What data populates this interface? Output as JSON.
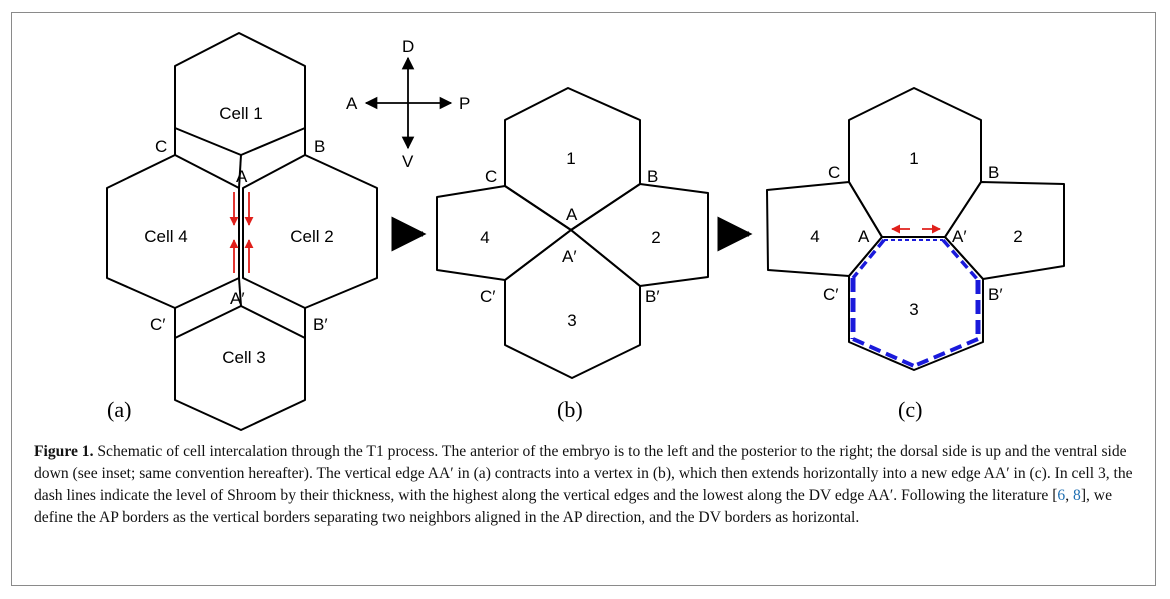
{
  "diagram": {
    "panel_a": {
      "panel_label": "(a)",
      "cells": [
        "Cell 1",
        "Cell 2",
        "Cell 3",
        "Cell 4"
      ],
      "vertices": [
        "A",
        "A′",
        "B",
        "B′",
        "C",
        "C′"
      ]
    },
    "panel_b": {
      "panel_label": "(b)",
      "cells": [
        "1",
        "2",
        "3",
        "4"
      ],
      "vertices": [
        "A",
        "A′",
        "B",
        "B′",
        "C",
        "C′"
      ]
    },
    "panel_c": {
      "panel_label": "(c)",
      "cells": [
        "1",
        "2",
        "3",
        "4"
      ],
      "vertices": [
        "A",
        "A′",
        "B",
        "B′",
        "C",
        "C′"
      ]
    },
    "inset": {
      "d": "D",
      "v": "V",
      "a": "A",
      "p": "P"
    },
    "colors": {
      "outline": "#000000",
      "contraction_arrows": "#e0201b",
      "shroom_dash": "#1a1adb"
    }
  },
  "caption": {
    "label": "Figure 1.",
    "part1": " Schematic of cell intercalation through the T1 process. The anterior of the embryo is to the left and the posterior to the right; the dorsal side is up and the ventral side down (see inset; same convention hereafter). The vertical edge AA′ in (a) contracts into a vertex in (b), which then extends horizontally into a new edge AA′ in (c). In cell 3, the dash lines indicate the level of Shroom by their thickness, with the highest along the vertical edges and the lowest along the DV edge AA′. Following the literature [",
    "ref1": "6",
    "sep": ", ",
    "ref2": "8",
    "part2": "], we define the AP borders as the vertical borders separating two neighbors aligned in the AP direction, and the DV borders as horizontal."
  }
}
